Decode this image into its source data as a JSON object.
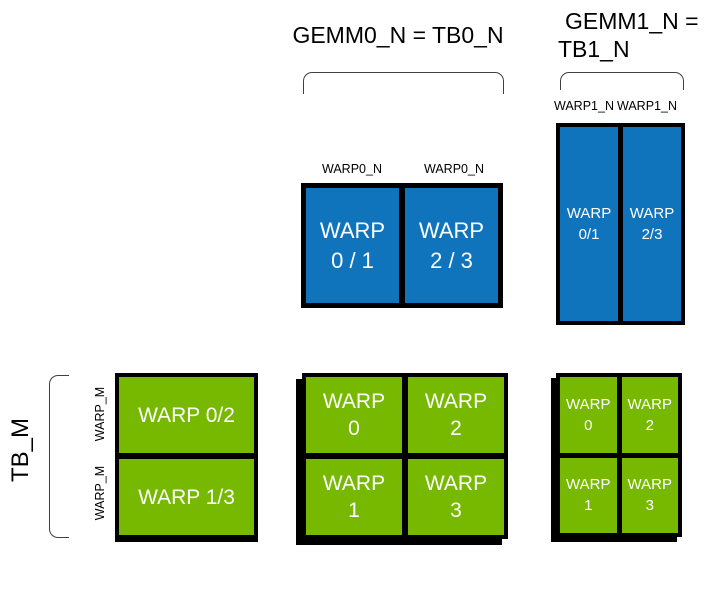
{
  "colors": {
    "blue": "#1074bd",
    "green": "#76b900",
    "border_black": "#000000",
    "bracket_gray": "#404040"
  },
  "gemm0": {
    "title": "GEMM0_N = TB0_N",
    "col_labels": [
      "WARP0_N",
      "WARP0_N"
    ],
    "cells": [
      {
        "line1": "WARP",
        "line2": "0 / 1"
      },
      {
        "line1": "WARP",
        "line2": "2 / 3"
      }
    ]
  },
  "gemm1": {
    "title_line1": "GEMM1_N =",
    "title_line2": "TB1_N",
    "col_labels": [
      "WARP1_N",
      "WARP1_N"
    ],
    "cells": [
      {
        "line1": "WARP",
        "line2": "0/1"
      },
      {
        "line1": "WARP",
        "line2": "2/3"
      }
    ]
  },
  "tb_rows": {
    "axis_label": "TB_M",
    "row_labels": [
      "WARP_M",
      "WARP_M"
    ],
    "cells": [
      "WARP 0/2",
      "WARP 1/3"
    ]
  },
  "tb0_grid": {
    "cells": [
      {
        "line1": "WARP",
        "line2": "0"
      },
      {
        "line1": "WARP",
        "line2": "2"
      },
      {
        "line1": "WARP",
        "line2": "1"
      },
      {
        "line1": "WARP",
        "line2": "3"
      }
    ]
  },
  "tb1_grid": {
    "cells": [
      {
        "line1": "WARP",
        "line2": "0"
      },
      {
        "line1": "WARP",
        "line2": "2"
      },
      {
        "line1": "WARP",
        "line2": "1"
      },
      {
        "line1": "WARP",
        "line2": "3"
      }
    ]
  }
}
